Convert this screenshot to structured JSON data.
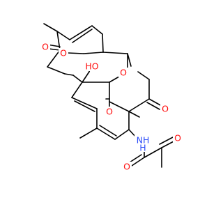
{
  "colors": {
    "bond": "#000000",
    "oxygen": "#ff0d0d",
    "nitrogen": "#3050f8",
    "background": "#ffffff"
  },
  "atom_labels": [
    {
      "id": "o-lactone-ring",
      "text": "O",
      "element": "oxygen"
    },
    {
      "id": "o-ring-carbonyl",
      "text": "O",
      "element": "oxygen"
    },
    {
      "id": "o-ether",
      "text": "O",
      "element": "oxygen"
    },
    {
      "id": "o-hydroxyl",
      "text": "HO",
      "element": "oxygen"
    },
    {
      "id": "o-ketone",
      "text": "O",
      "element": "oxygen"
    },
    {
      "id": "o-lactone-carbonyl",
      "text": "O",
      "element": "oxygen"
    },
    {
      "id": "nh-amide",
      "text": "NH",
      "element": "nitrogen"
    },
    {
      "id": "h-amide",
      "text": "H",
      "element": "nitrogen"
    },
    {
      "id": "o-amide",
      "text": "O",
      "element": "oxygen"
    },
    {
      "id": "o-pyruvoyl",
      "text": "O",
      "element": "oxygen"
    }
  ]
}
